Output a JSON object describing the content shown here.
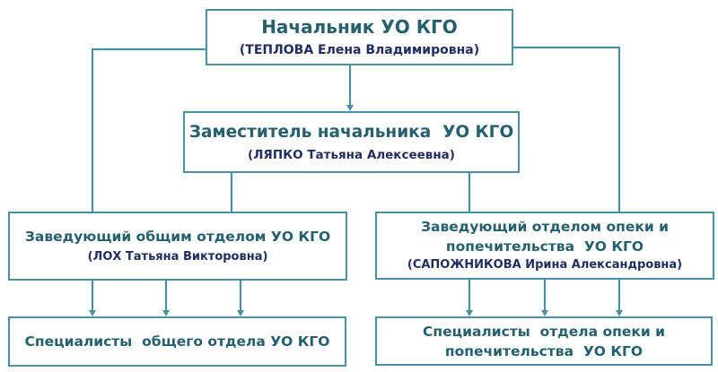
{
  "diagram": {
    "colors": {
      "border": "#4a8fa3",
      "title_text": "#265f6e",
      "name_text": "#1f2e5c"
    },
    "nodes": {
      "head": {
        "title": "Начальник УО КГО",
        "name": "(ТЕПЛОВА Елена Владимировна)"
      },
      "deputy": {
        "title": "Заместитель начальника  УО КГО",
        "name": "(ЛЯПКО Татьяна Алексеевна)"
      },
      "general_dept_head": {
        "title": "Заведующий общим отделом УО КГО",
        "name": "(ЛОХ Татьяна Викторовна)"
      },
      "guardianship_dept_head": {
        "title_line1": "Заведующий отделом опеки и",
        "title_line2": "попечительства  УО КГО",
        "name": "(САПОЖНИКОВА Ирина Александровна)"
      },
      "general_dept_specialists": {
        "title": "Специалисты  общего отдела УО КГО"
      },
      "guardianship_specialists": {
        "title_line1": "Специалисты  отдела опеки и",
        "title_line2": "попечительства  УО КГО"
      }
    },
    "edges": [
      {
        "from": "head",
        "to": "deputy",
        "arrow": true
      },
      {
        "from": "head",
        "to": "general_dept_head",
        "arrow": false
      },
      {
        "from": "head",
        "to": "guardianship_dept_head",
        "arrow": false
      },
      {
        "from": "deputy",
        "to": "general_dept_head",
        "arrow": false
      },
      {
        "from": "deputy",
        "to": "guardianship_dept_head",
        "arrow": false
      },
      {
        "from": "general_dept_head",
        "to": "general_dept_specialists",
        "arrow": true,
        "count": 3
      },
      {
        "from": "guardianship_dept_head",
        "to": "guardianship_specialists",
        "arrow": true,
        "count": 3
      }
    ]
  }
}
